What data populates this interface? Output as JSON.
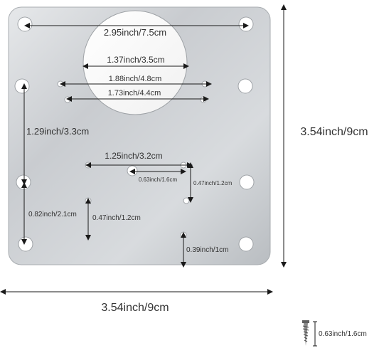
{
  "product": {
    "plate_color": "#c9ccd0",
    "arrow_color": "#1a1a1a"
  },
  "dimensions": {
    "total_width": "3.54inch/9cm",
    "total_height": "3.54inch/9cm",
    "top_hole_span": "2.95inch/7.5cm",
    "big_hole_diameter": "1.37inch/3.5cm",
    "upper_slot_outer": "1.88inch/4.8cm",
    "upper_slot_inner": "1.73inch/4.4cm",
    "left_vertical_upper": "1.29inch/3.3cm",
    "left_vertical_lower": "0.82inch/2.1cm",
    "center_horizontal": "1.25inch/3.2cm",
    "center_small": "0.63inch/1.6cm",
    "right_small_vertical": "0.47inch/1.2cm",
    "lower_small_vertical": "0.47inch/1.2cm",
    "bottom_right_vertical": "0.39inch/1cm",
    "screw_length": "0.63inch/1.6cm"
  },
  "icons": {
    "screw": "screw-icon"
  }
}
